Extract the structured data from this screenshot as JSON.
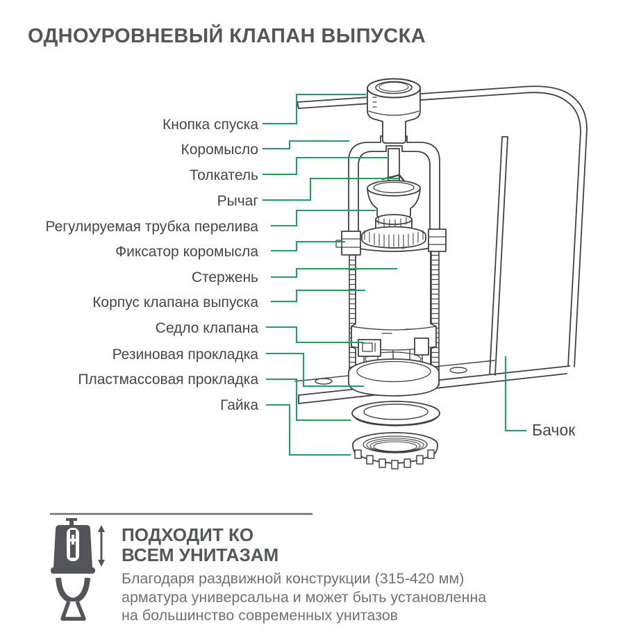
{
  "title": "ОДНОУРОВНЕВЫЙ КЛАПАН ВЫПУСКА",
  "colors": {
    "accent_green": "#1aa35c",
    "line_art": "#3f4043",
    "label_text": "#454649",
    "muted_text": "#707174"
  },
  "diagram": {
    "part_labels": [
      {
        "text": "Кнопка спуска"
      },
      {
        "text": "Коромысло"
      },
      {
        "text": "Толкатель"
      },
      {
        "text": "Рычаг"
      },
      {
        "text": "Регулируемая трубка перелива"
      },
      {
        "text": "Фиксатор коромысла"
      },
      {
        "text": "Стержень"
      },
      {
        "text": "Корпус клапана выпуска"
      },
      {
        "text": "Седло клапана"
      },
      {
        "text": "Резиновая прокладка"
      },
      {
        "text": "Пластмассовая прокладка"
      },
      {
        "text": "Гайка"
      }
    ],
    "tank_label": {
      "text": "Бачок"
    },
    "icons": [
      "flush-valve-drawing",
      "tank-drawing"
    ]
  },
  "footer": {
    "heading_line1": "ПОДХОДИТ КО",
    "heading_line2": "ВСЕМ УНИТАЗАМ",
    "body_line1": "Благодаря раздвижной конструкции (315-420 мм)",
    "body_line2": "арматура универсальна и может быть установленна",
    "body_line3": "на большинство современных унитазов",
    "icons": [
      "toilet-icon",
      "double-arrow-icon"
    ]
  }
}
